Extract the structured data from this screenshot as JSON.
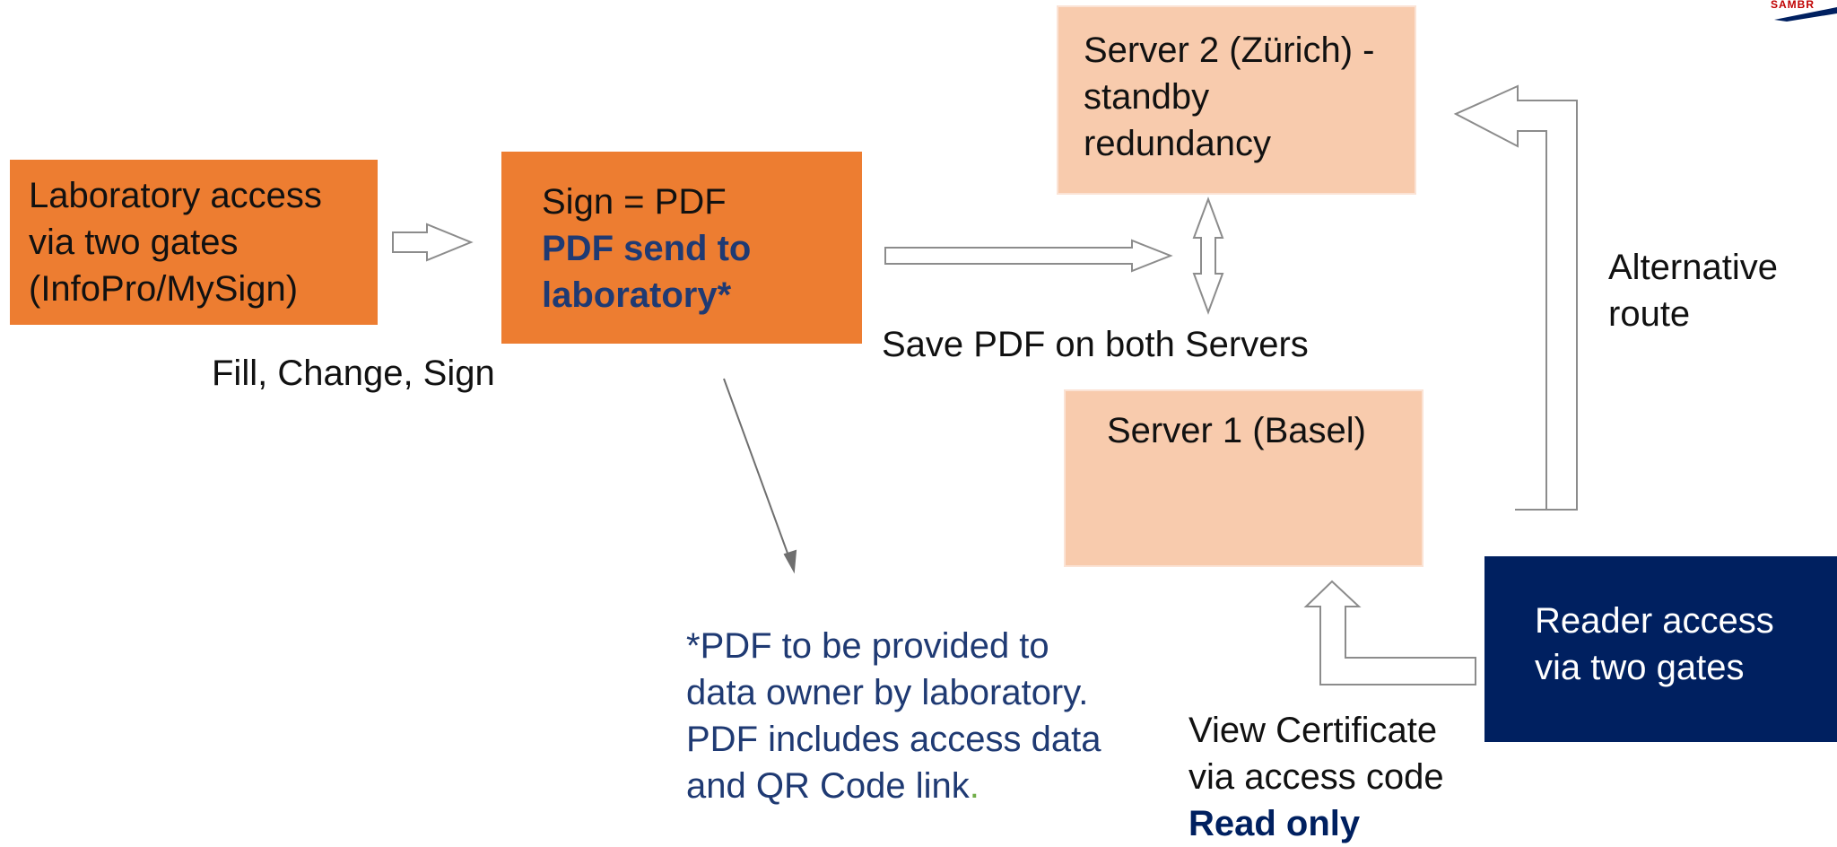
{
  "colors": {
    "orange": "#ED7D31",
    "peach": "#F8CBAD",
    "navy": "#002060",
    "note_text": "#1F3A73",
    "arrow_outline": "#8C8C8C",
    "logo_red": "#C00000"
  },
  "lab_access": {
    "lines": [
      "Laboratory access",
      "via two gates",
      "(InfoPro/MySign)"
    ]
  },
  "fill_change_sign": "Fill, Change, Sign",
  "sign_box": {
    "line1": "Sign = PDF",
    "bold_lines": [
      "PDF send to",
      "laboratory*"
    ]
  },
  "save_pdf": "Save PDF on both Servers",
  "server2": {
    "lines": [
      "Server 2 (Zürich) -",
      "standby",
      "redundancy"
    ]
  },
  "server1": {
    "label": "Server 1 (Basel)"
  },
  "alternative_route": {
    "lines": [
      "Alternative",
      "route"
    ]
  },
  "reader_access": {
    "lines": [
      "Reader access",
      "via two gates"
    ]
  },
  "footnote": {
    "lines": [
      "*PDF to be provided to",
      "data owner by laboratory.",
      "PDF includes access data"
    ],
    "last_line": "and QR Code link",
    "period": "."
  },
  "view_certificate": {
    "lines": [
      "View Certificate",
      "via access code"
    ],
    "bold": "Read only"
  },
  "logo": {
    "icon": "brand-logo-icon",
    "text": "SAMBR"
  }
}
